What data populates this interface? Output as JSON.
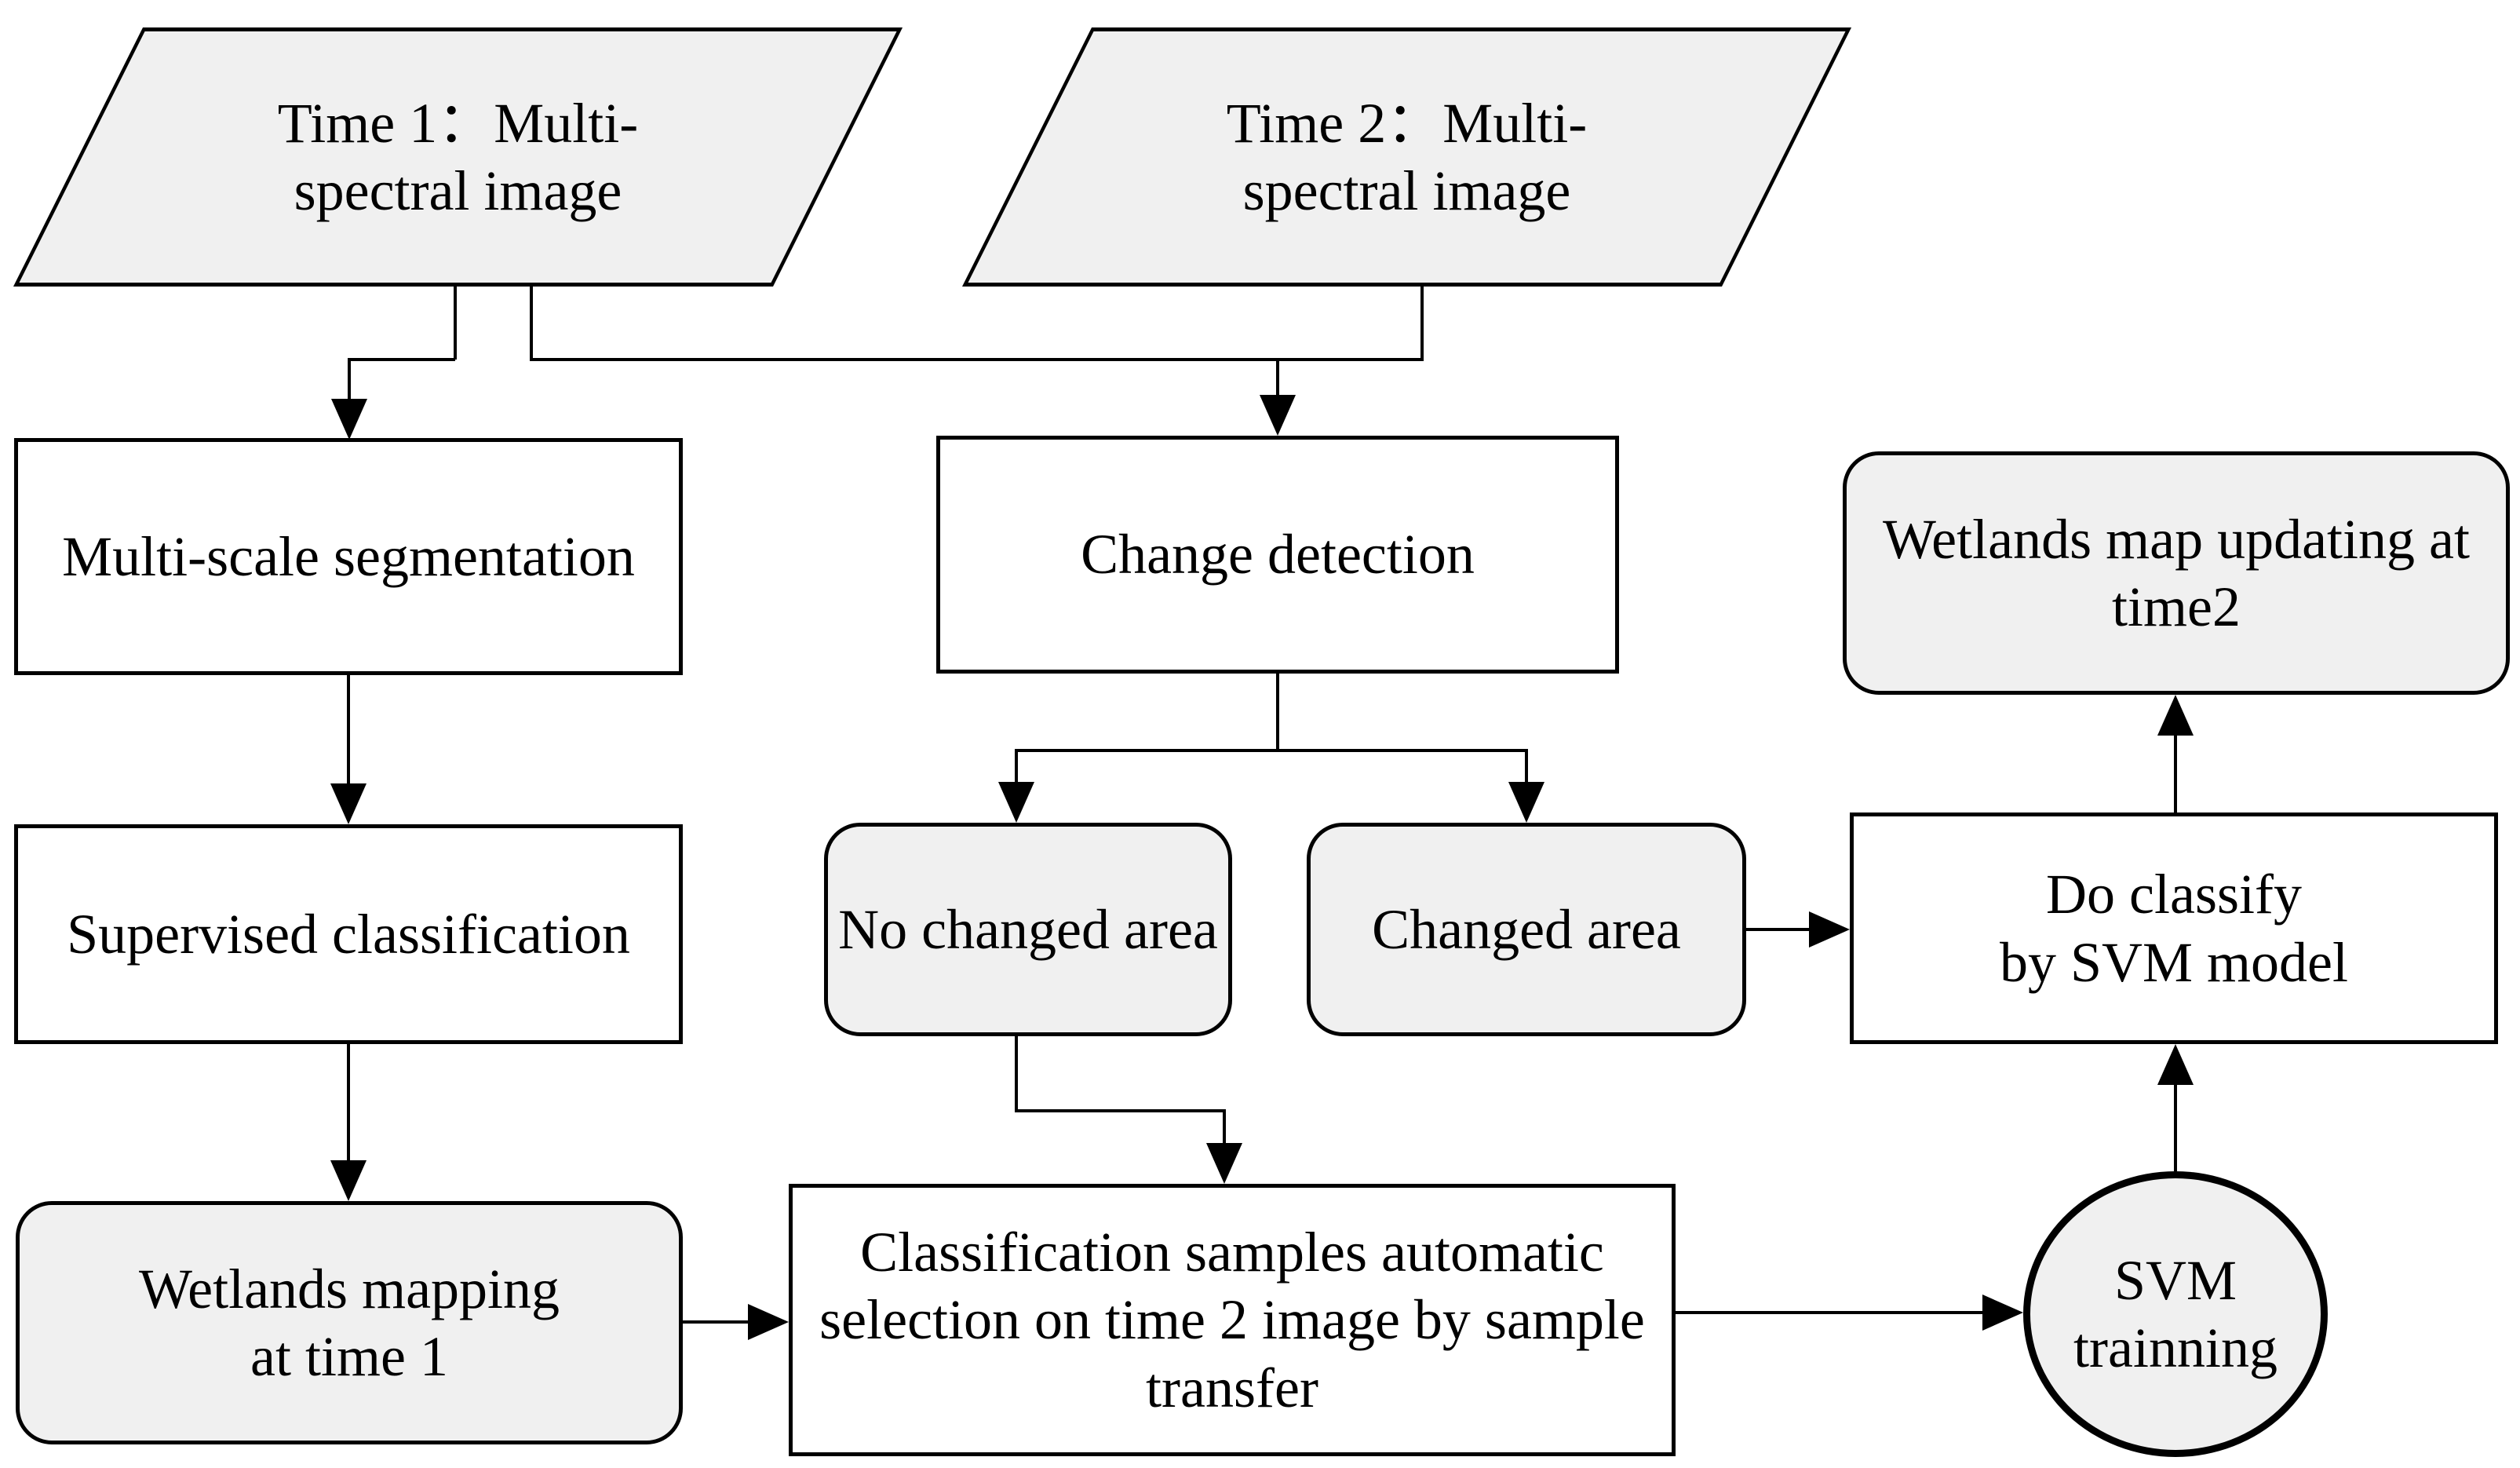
{
  "colors": {
    "shape_fill_gray": "#f0f0f0",
    "shape_fill_white": "#ffffff",
    "stroke": "#000000",
    "background": "#ffffff"
  },
  "nodes": {
    "time1_image": {
      "shape": "parallelogram",
      "label": "Time 1：Multi-\nspectral image"
    },
    "time2_image": {
      "shape": "parallelogram",
      "label": "Time 2：Multi-\nspectral image"
    },
    "multiscale_segmentation": {
      "shape": "rectangle",
      "label": "Multi-scale segmentation"
    },
    "change_detection": {
      "shape": "rectangle",
      "label": "Change detection"
    },
    "wetlands_map_updating": {
      "shape": "rounded-rectangle",
      "label": "Wetlands map updating at\ntime2"
    },
    "supervised_classification": {
      "shape": "rectangle",
      "label": "Supervised classification"
    },
    "no_changed_area": {
      "shape": "rounded-rectangle",
      "label": "No changed area"
    },
    "changed_area": {
      "shape": "rounded-rectangle",
      "label": "Changed area"
    },
    "do_classify": {
      "shape": "rectangle",
      "label": "Do classify\nby SVM model"
    },
    "wetlands_mapping_time1": {
      "shape": "rounded-rectangle",
      "label": "Wetlands mapping\nat time 1"
    },
    "classification_samples": {
      "shape": "rectangle",
      "label": "Classification samples automatic\nselection on time 2 image by sample\ntransfer"
    },
    "svm_training": {
      "shape": "circle",
      "label": "SVM\ntrainning"
    }
  },
  "edges": [
    {
      "from": "time1_image",
      "to": "multiscale_segmentation"
    },
    {
      "from": "time1_image",
      "to": "change_detection"
    },
    {
      "from": "time2_image",
      "to": "change_detection"
    },
    {
      "from": "multiscale_segmentation",
      "to": "supervised_classification"
    },
    {
      "from": "supervised_classification",
      "to": "wetlands_mapping_time1"
    },
    {
      "from": "change_detection",
      "to": "no_changed_area"
    },
    {
      "from": "change_detection",
      "to": "changed_area"
    },
    {
      "from": "no_changed_area",
      "to": "classification_samples"
    },
    {
      "from": "changed_area",
      "to": "do_classify"
    },
    {
      "from": "wetlands_mapping_time1",
      "to": "classification_samples"
    },
    {
      "from": "classification_samples",
      "to": "svm_training"
    },
    {
      "from": "svm_training",
      "to": "do_classify"
    },
    {
      "from": "do_classify",
      "to": "wetlands_map_updating"
    }
  ]
}
